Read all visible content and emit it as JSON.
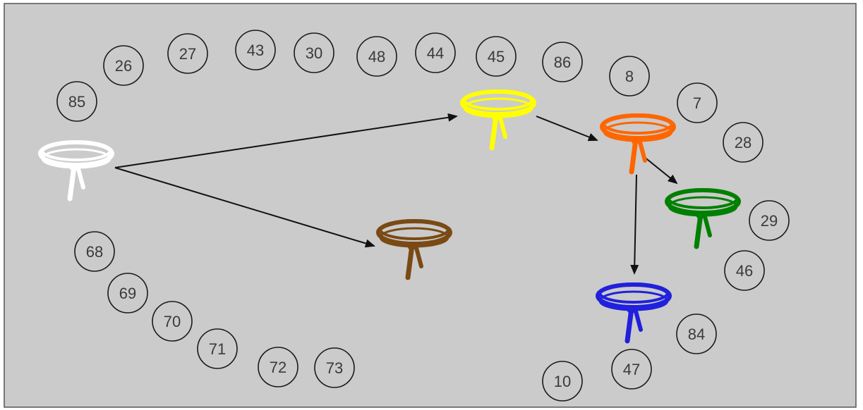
{
  "colors": {
    "canvas_background": "#cbcbcb",
    "canvas_border": "#555555",
    "circle_stroke": "#1a1a1a",
    "number_text": "#3a3a3a",
    "arrow": "#111111"
  },
  "belts": [
    {
      "id": "white",
      "name": "white-belt",
      "color": "#ffffff"
    },
    {
      "id": "yellow",
      "name": "yellow-belt",
      "color": "#ffff00"
    },
    {
      "id": "orange",
      "name": "orange-belt",
      "color": "#ff6600"
    },
    {
      "id": "green",
      "name": "green-belt",
      "color": "#008000"
    },
    {
      "id": "blue",
      "name": "blue-belt",
      "color": "#2020dd"
    },
    {
      "id": "brown",
      "name": "brown-belt",
      "color": "#7a4a14"
    }
  ],
  "edges": [
    {
      "from": "white",
      "to": "yellow"
    },
    {
      "from": "white",
      "to": "brown"
    },
    {
      "from": "yellow",
      "to": "orange"
    },
    {
      "from": "orange",
      "to": "green"
    },
    {
      "from": "orange",
      "to": "blue"
    }
  ],
  "numbers": [
    "85",
    "26",
    "27",
    "43",
    "30",
    "48",
    "44",
    "45",
    "86",
    "8",
    "7",
    "28",
    "29",
    "46",
    "84",
    "47",
    "10",
    "68",
    "69",
    "70",
    "71",
    "72",
    "73"
  ]
}
